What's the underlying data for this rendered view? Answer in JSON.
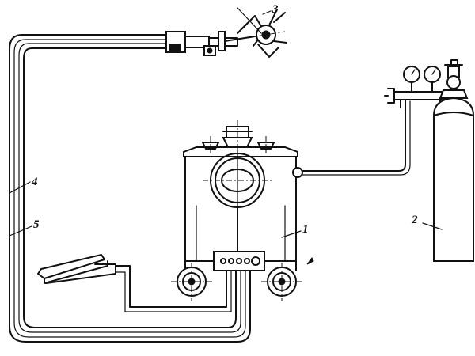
{
  "labels": {
    "machine": "1",
    "cylinder": "2",
    "gun": "3",
    "hose_outer": "4",
    "hose_inner": "5"
  }
}
